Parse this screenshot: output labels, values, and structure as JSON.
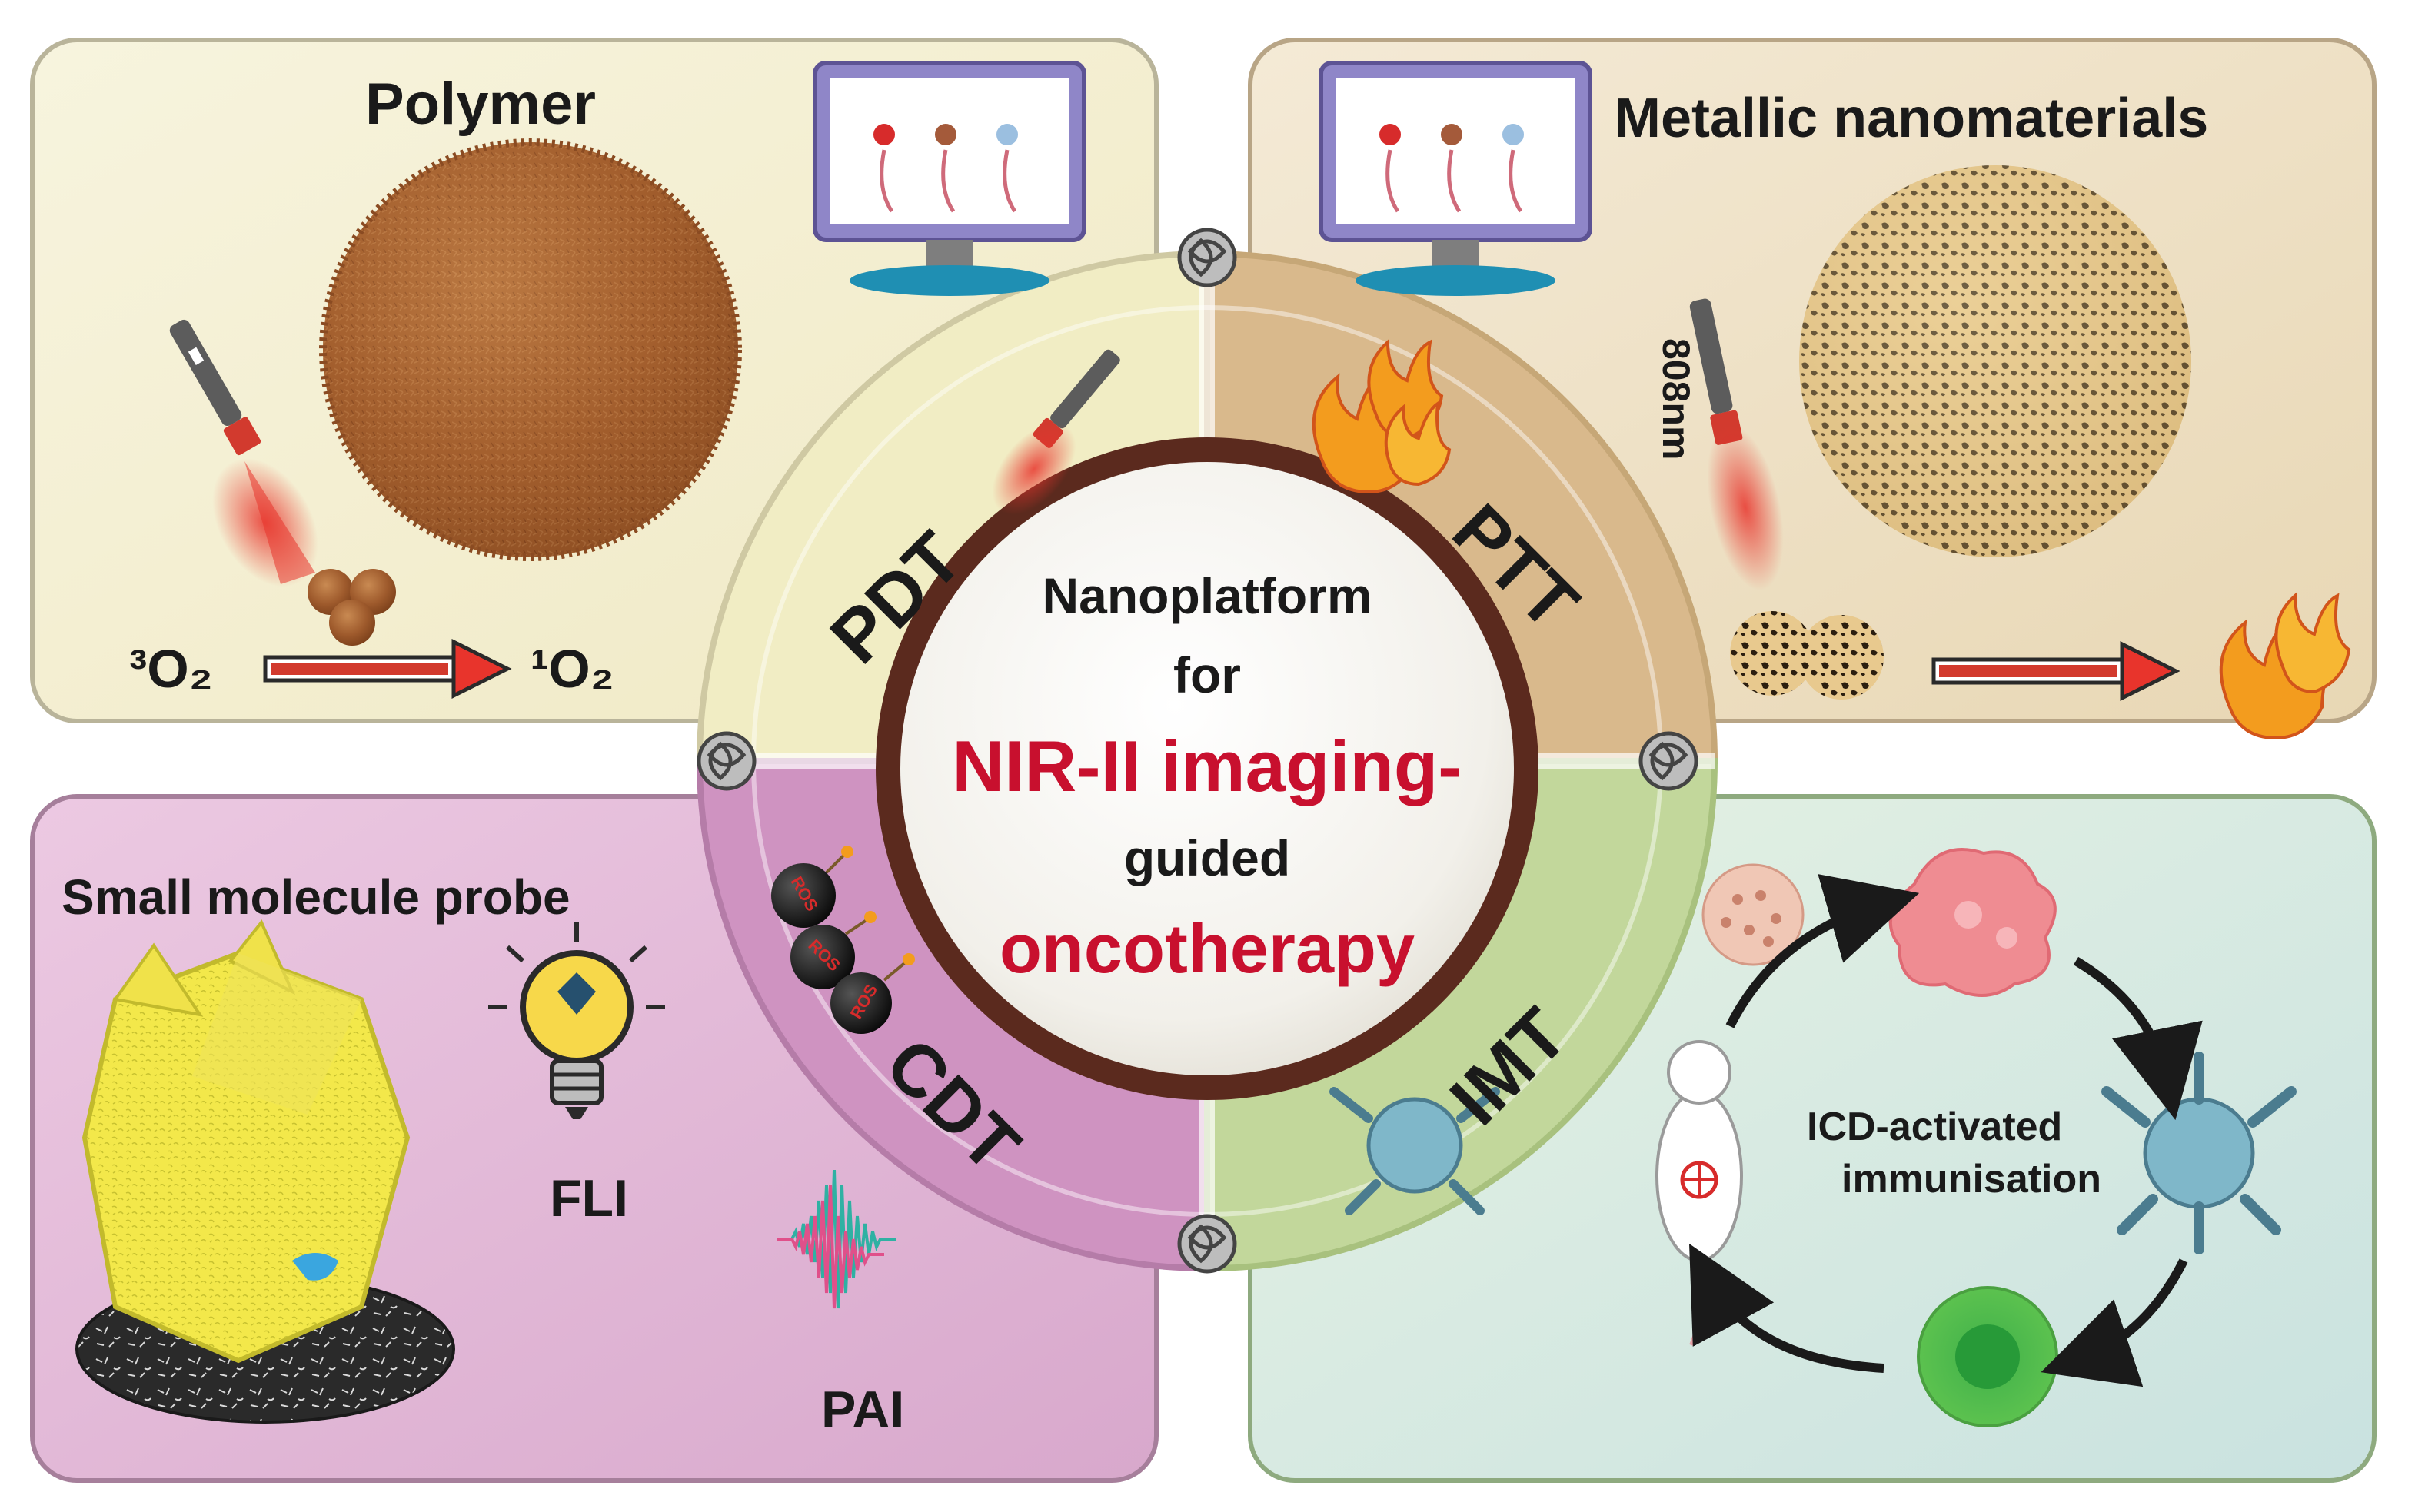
{
  "center": {
    "line1": "Nanoplatform",
    "line2": "for",
    "line3": "NIR-II imaging-",
    "line4": "guided",
    "line5": "oncotherapy"
  },
  "panels": {
    "polymer": {
      "title": "Polymer",
      "reaction_left": "³O₂",
      "reaction_right": "¹O₂"
    },
    "metallic": {
      "title": "Metallic nanomaterials",
      "wavelength": "808nm"
    },
    "small_molecule": {
      "title": "Small molecule probe",
      "imaging_1": "FLI",
      "imaging_2": "PAI"
    },
    "immune": {
      "caption_line1": "ICD-activated",
      "caption_line2": "immunisation"
    }
  },
  "therapies": {
    "pdt": "PDT",
    "ptt": "PTT",
    "cdt": "CDT",
    "imt": "IMT"
  },
  "ros_label": "ROS",
  "colors": {
    "polymer_bg": "#f3eed0",
    "metallic_bg": "#efe2c8",
    "small_molecule_bg": "#e6c3dd",
    "immune_bg": "#d7e9e4",
    "ring": "#5b2a1e",
    "accent_red": "#c8102e",
    "laser_red": "#e8342c"
  }
}
